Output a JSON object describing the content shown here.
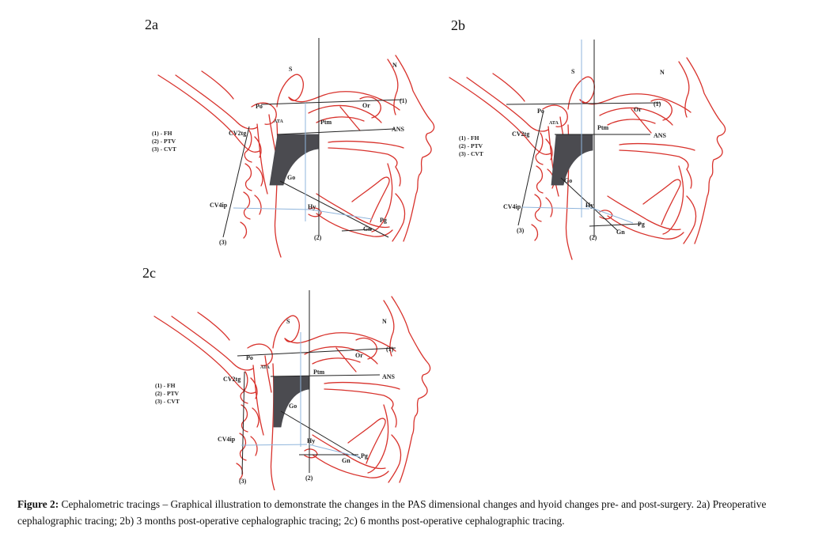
{
  "panels": [
    {
      "label": "2a",
      "legend": [
        "(1) - FH",
        "(2) - PTV",
        "(3) - CVT"
      ],
      "points": {
        "S": "S",
        "N": "N",
        "Po": "Po",
        "Or": "Or",
        "line1": "(1)",
        "ATA": "ATA",
        "Ptm": "Ptm",
        "ANS": "ANS",
        "CV2tg": "CV2tg",
        "Go": "Go",
        "CV4ip": "CV4ip",
        "Hy": "Hy",
        "Pg": "Pg",
        "Gn": "Gn",
        "line2": "(2)",
        "line3": "(3)"
      }
    },
    {
      "label": "2b",
      "legend": [
        "(1) - FH",
        "(2) - PTV",
        "(3) - CVT"
      ],
      "points": {
        "S": "S",
        "N": "N",
        "Po": "Po",
        "Or": "Or",
        "line1": "(1)",
        "ATA": "ATA",
        "Ptm": "Ptm",
        "ANS": "ANS",
        "CV2tg": "CV2tg",
        "Go": "Go",
        "CV4ip": "CV4ip",
        "Hy": "Hy",
        "Pg": "Pg",
        "Gn": "Gn",
        "line2": "(2)",
        "line3": "(3)"
      }
    },
    {
      "label": "2c",
      "legend": [
        "(1) - FH",
        "(2) - PTV",
        "(3) - CVT"
      ],
      "points": {
        "S": "S",
        "N": "N",
        "Po": "Po",
        "Or": "Or",
        "line1": "(1)",
        "ATA": "ATA",
        "Ptm": "Ptm",
        "ANS": "ANS",
        "CV2tg": "CV2tg",
        "Go": "Go",
        "CV4ip": "CV4ip",
        "Hy": "Hy",
        "Pg": "Pg",
        "Gn": "Gn",
        "line2": "(2)",
        "line3": "(3)"
      }
    }
  ],
  "caption": {
    "label": "Figure 2:",
    "text": " Cephalometric tracings – Graphical illustration to demonstrate the changes in the PAS dimensional changes and hyoid changes pre- and post-surgery. 2a) Preoperative cephalographic tracing; 2b) 3 months post-operative cephalographic tracing; 2c) 6 months post-operative cephalographic tracing."
  },
  "colors": {
    "tracing": "#d8322c",
    "reference_lines": "#222222",
    "blue_lines": "#8fb5dc",
    "airway_fill": "#4b4b50"
  }
}
